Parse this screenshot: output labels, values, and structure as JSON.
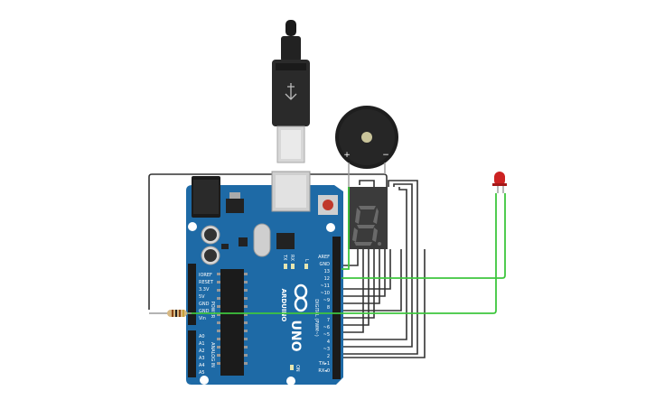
{
  "board": {
    "model": "UNO",
    "brand": "ARDUINO",
    "header_labels": {
      "digital_title": "DIGITAL (PWM~)",
      "power_title": "POWER",
      "analog_title": "ANALOG IN",
      "led_l": "L",
      "led_tx": "TX",
      "led_rx": "RX",
      "on": "ON"
    },
    "digital_pins": [
      "AREF",
      "GND",
      "13",
      "12",
      "~11",
      "~10",
      "~9",
      "8",
      "7",
      "~6",
      "~5",
      "4",
      "~3",
      "2",
      "TX▸1",
      "RX◂0"
    ],
    "power_pins": [
      "IOREF",
      "RESET",
      "3.3V",
      "5V",
      "GND",
      "GND",
      "Vin"
    ],
    "analog_pins": [
      "A0",
      "A1",
      "A2",
      "A3",
      "A4",
      "A5"
    ]
  },
  "buzzer": {
    "plus_label": "+",
    "minus_label": "−"
  },
  "colors": {
    "board": "#1e6aa6",
    "wire_black": "#333333",
    "wire_green": "#3ec63e",
    "led_red": "#cc2222",
    "display": "#3b3b3b"
  },
  "icons": [
    "usb-cable-icon",
    "usb-symbol-icon",
    "arduino-infinity-logo-icon",
    "reset-button-icon"
  ]
}
